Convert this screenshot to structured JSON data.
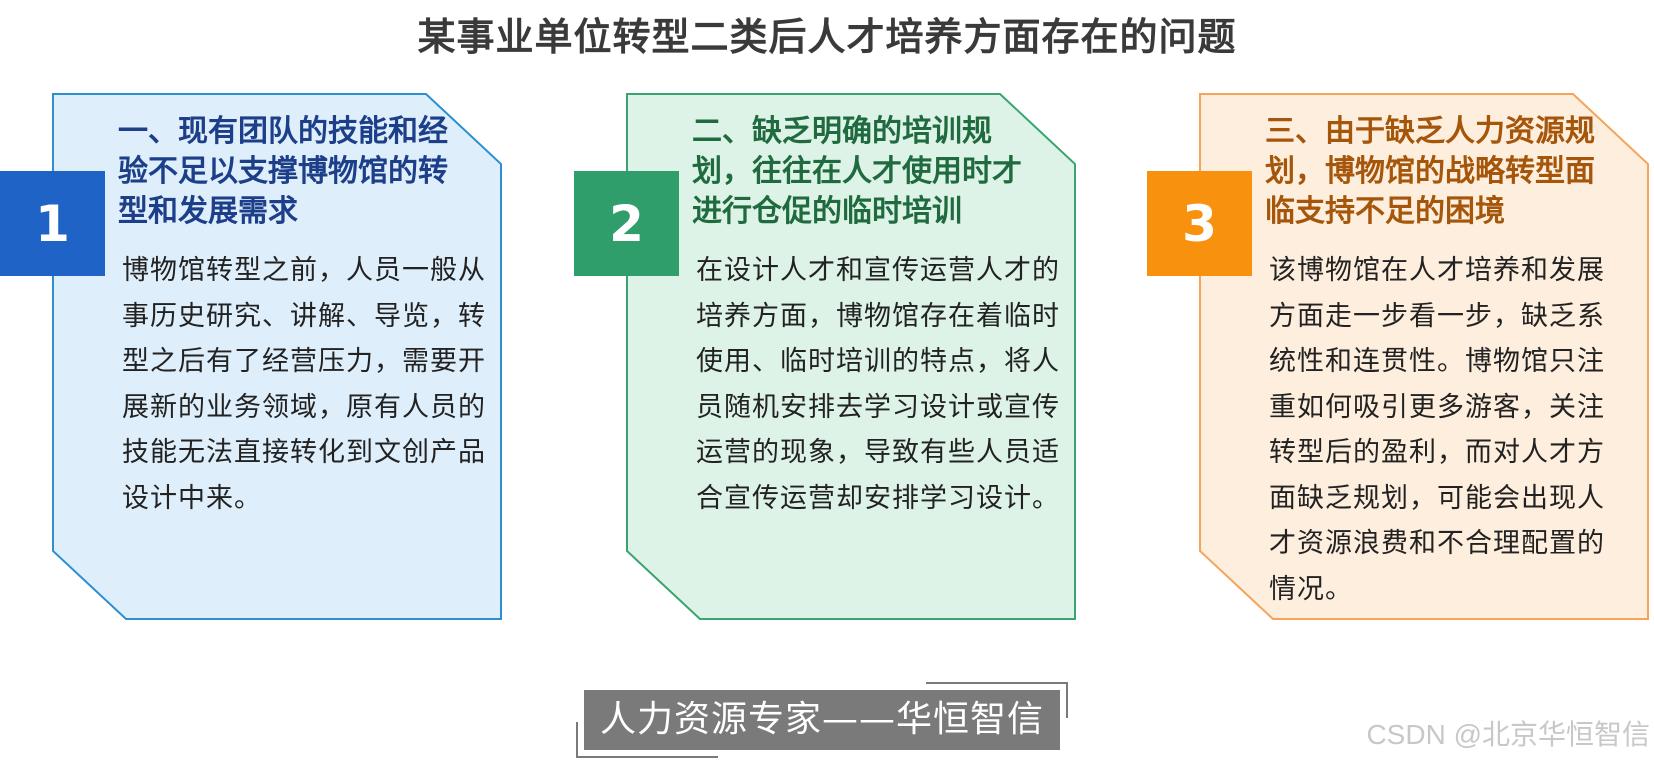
{
  "title": "某事业单位转型二类后人才培养方面存在的问题",
  "colors": {
    "card1_fill": "#deeefa",
    "card1_stroke": "#2b8fd0",
    "card1_number": "#1f63c6",
    "card2_fill": "#def3e7",
    "card2_stroke": "#3aa36f",
    "card2_number": "#2f9e6a",
    "card3_fill": "#fdeedd",
    "card3_stroke": "#f5a45a",
    "card3_number": "#f8920e"
  },
  "cards": [
    {
      "number": "1",
      "heading": "一、现有团队的技能和经验不足以支撑博物馆的转型和发展需求",
      "body": "博物馆转型之前，人员一般从事历史研究、讲解、导览，转型之后有了经营压力，需要开展新的业务领域，原有人员的技能无法直接转化到文创产品设计中来。"
    },
    {
      "number": "2",
      "heading": "二、缺乏明确的培训规划，往往在人才使用时才进行仓促的临时培训",
      "body": "在设计人才和宣传运营人才的培养方面，博物馆存在着临时使用、临时培训的特点，将人员随机安排去学习设计或宣传运营的现象，导致有些人员适合宣传运营却安排学习设计。"
    },
    {
      "number": "3",
      "heading": "三、由于缺乏人力资源规划，博物馆的战略转型面临支持不足的困境",
      "body": "该博物馆在人才培养和发展方面走一步看一步，缺乏系统性和连贯性。博物馆只注重如何吸引更多游客，关注转型后的盈利，而对人才方面缺乏规划，可能会出现人才资源浪费和不合理配置的情况。"
    }
  ],
  "brand": "人力资源专家——华恒智信",
  "watermark": "CSDN @北京华恒智信"
}
